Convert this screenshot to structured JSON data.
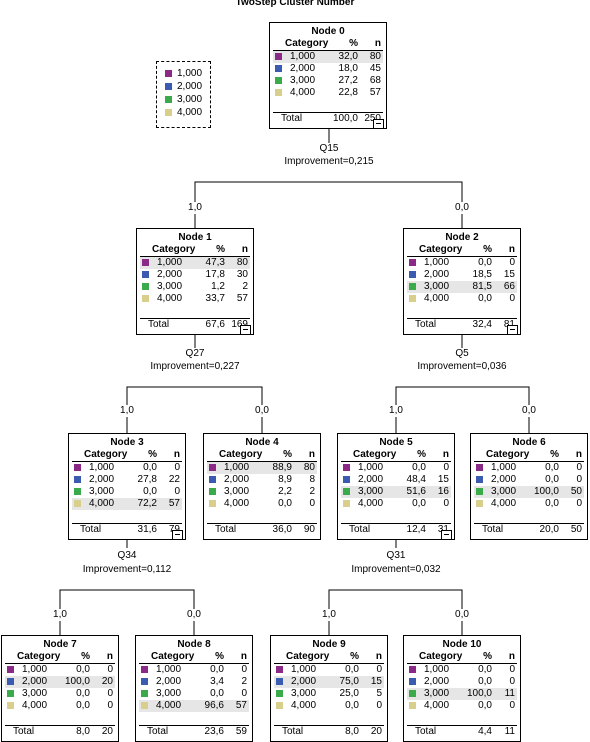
{
  "title": "TwoStep Cluster Number",
  "colors": {
    "1,000": "#8b2a86",
    "2,000": "#3b5bb0",
    "3,000": "#3aaa4a",
    "4,000": "#d8cf8c"
  },
  "legend": [
    "1,000",
    "2,000",
    "3,000",
    "4,000"
  ],
  "col_headers": {
    "category": "Category",
    "pct": "%",
    "n": "n"
  },
  "total_label": "Total",
  "nodes": [
    {
      "id": "n0",
      "label": "Node 0",
      "rows": [
        [
          "1,000",
          "32,0",
          "80"
        ],
        [
          "2,000",
          "18,0",
          "45"
        ],
        [
          "3,000",
          "27,2",
          "68"
        ],
        [
          "4,000",
          "22,8",
          "57"
        ]
      ],
      "total": [
        "100,0",
        "250"
      ],
      "hl": 0,
      "collapse": true
    },
    {
      "id": "n1",
      "label": "Node 1",
      "rows": [
        [
          "1,000",
          "47,3",
          "80"
        ],
        [
          "2,000",
          "17,8",
          "30"
        ],
        [
          "3,000",
          "1,2",
          "2"
        ],
        [
          "4,000",
          "33,7",
          "57"
        ]
      ],
      "total": [
        "67,6",
        "169"
      ],
      "hl": 0,
      "collapse": true
    },
    {
      "id": "n2",
      "label": "Node 2",
      "rows": [
        [
          "1,000",
          "0,0",
          "0"
        ],
        [
          "2,000",
          "18,5",
          "15"
        ],
        [
          "3,000",
          "81,5",
          "66"
        ],
        [
          "4,000",
          "0,0",
          "0"
        ]
      ],
      "total": [
        "32,4",
        "81"
      ],
      "hl": 2,
      "collapse": true
    },
    {
      "id": "n3",
      "label": "Node 3",
      "rows": [
        [
          "1,000",
          "0,0",
          "0"
        ],
        [
          "2,000",
          "27,8",
          "22"
        ],
        [
          "3,000",
          "0,0",
          "0"
        ],
        [
          "4,000",
          "72,2",
          "57"
        ]
      ],
      "total": [
        "31,6",
        "79"
      ],
      "hl": 3,
      "collapse": true
    },
    {
      "id": "n4",
      "label": "Node 4",
      "rows": [
        [
          "1,000",
          "88,9",
          "80"
        ],
        [
          "2,000",
          "8,9",
          "8"
        ],
        [
          "3,000",
          "2,2",
          "2"
        ],
        [
          "4,000",
          "0,0",
          "0"
        ]
      ],
      "total": [
        "36,0",
        "90"
      ],
      "hl": 0,
      "collapse": false
    },
    {
      "id": "n5",
      "label": "Node 5",
      "rows": [
        [
          "1,000",
          "0,0",
          "0"
        ],
        [
          "2,000",
          "48,4",
          "15"
        ],
        [
          "3,000",
          "51,6",
          "16"
        ],
        [
          "4,000",
          "0,0",
          "0"
        ]
      ],
      "total": [
        "12,4",
        "31"
      ],
      "hl": 2,
      "collapse": true
    },
    {
      "id": "n6",
      "label": "Node 6",
      "rows": [
        [
          "1,000",
          "0,0",
          "0"
        ],
        [
          "2,000",
          "0,0",
          "0"
        ],
        [
          "3,000",
          "100,0",
          "50"
        ],
        [
          "4,000",
          "0,0",
          "0"
        ]
      ],
      "total": [
        "20,0",
        "50"
      ],
      "hl": 2,
      "collapse": false
    },
    {
      "id": "n7",
      "label": "Node 7",
      "rows": [
        [
          "1,000",
          "0,0",
          "0"
        ],
        [
          "2,000",
          "100,0",
          "20"
        ],
        [
          "3,000",
          "0,0",
          "0"
        ],
        [
          "4,000",
          "0,0",
          "0"
        ]
      ],
      "total": [
        "8,0",
        "20"
      ],
      "hl": 1,
      "collapse": false
    },
    {
      "id": "n8",
      "label": "Node 8",
      "rows": [
        [
          "1,000",
          "0,0",
          "0"
        ],
        [
          "2,000",
          "3,4",
          "2"
        ],
        [
          "3,000",
          "0,0",
          "0"
        ],
        [
          "4,000",
          "96,6",
          "57"
        ]
      ],
      "total": [
        "23,6",
        "59"
      ],
      "hl": 3,
      "collapse": false
    },
    {
      "id": "n9",
      "label": "Node 9",
      "rows": [
        [
          "1,000",
          "0,0",
          "0"
        ],
        [
          "2,000",
          "75,0",
          "15"
        ],
        [
          "3,000",
          "25,0",
          "5"
        ],
        [
          "4,000",
          "0,0",
          "0"
        ]
      ],
      "total": [
        "8,0",
        "20"
      ],
      "hl": 1,
      "collapse": false
    },
    {
      "id": "n10",
      "label": "Node 10",
      "rows": [
        [
          "1,000",
          "0,0",
          "0"
        ],
        [
          "2,000",
          "0,0",
          "0"
        ],
        [
          "3,000",
          "100,0",
          "11"
        ],
        [
          "4,000",
          "0,0",
          "0"
        ]
      ],
      "total": [
        "4,4",
        "11"
      ],
      "hl": 2,
      "collapse": false
    }
  ],
  "splits": [
    {
      "id": "s0",
      "var": "Q15",
      "imp": "Improvement=0,215",
      "left": "1,0",
      "right": "0,0"
    },
    {
      "id": "s1",
      "var": "Q27",
      "imp": "Improvement=0,227",
      "left": "1,0",
      "right": "0,0"
    },
    {
      "id": "s2",
      "var": "Q5",
      "imp": "Improvement=0,036",
      "left": "1,0",
      "right": "0,0"
    },
    {
      "id": "s3",
      "var": "Q34",
      "imp": "Improvement=0,112",
      "left": "1,0",
      "right": "0,0"
    },
    {
      "id": "s4",
      "var": "Q31",
      "imp": "Improvement=0,032",
      "left": "1,0",
      "right": "0,0"
    }
  ]
}
